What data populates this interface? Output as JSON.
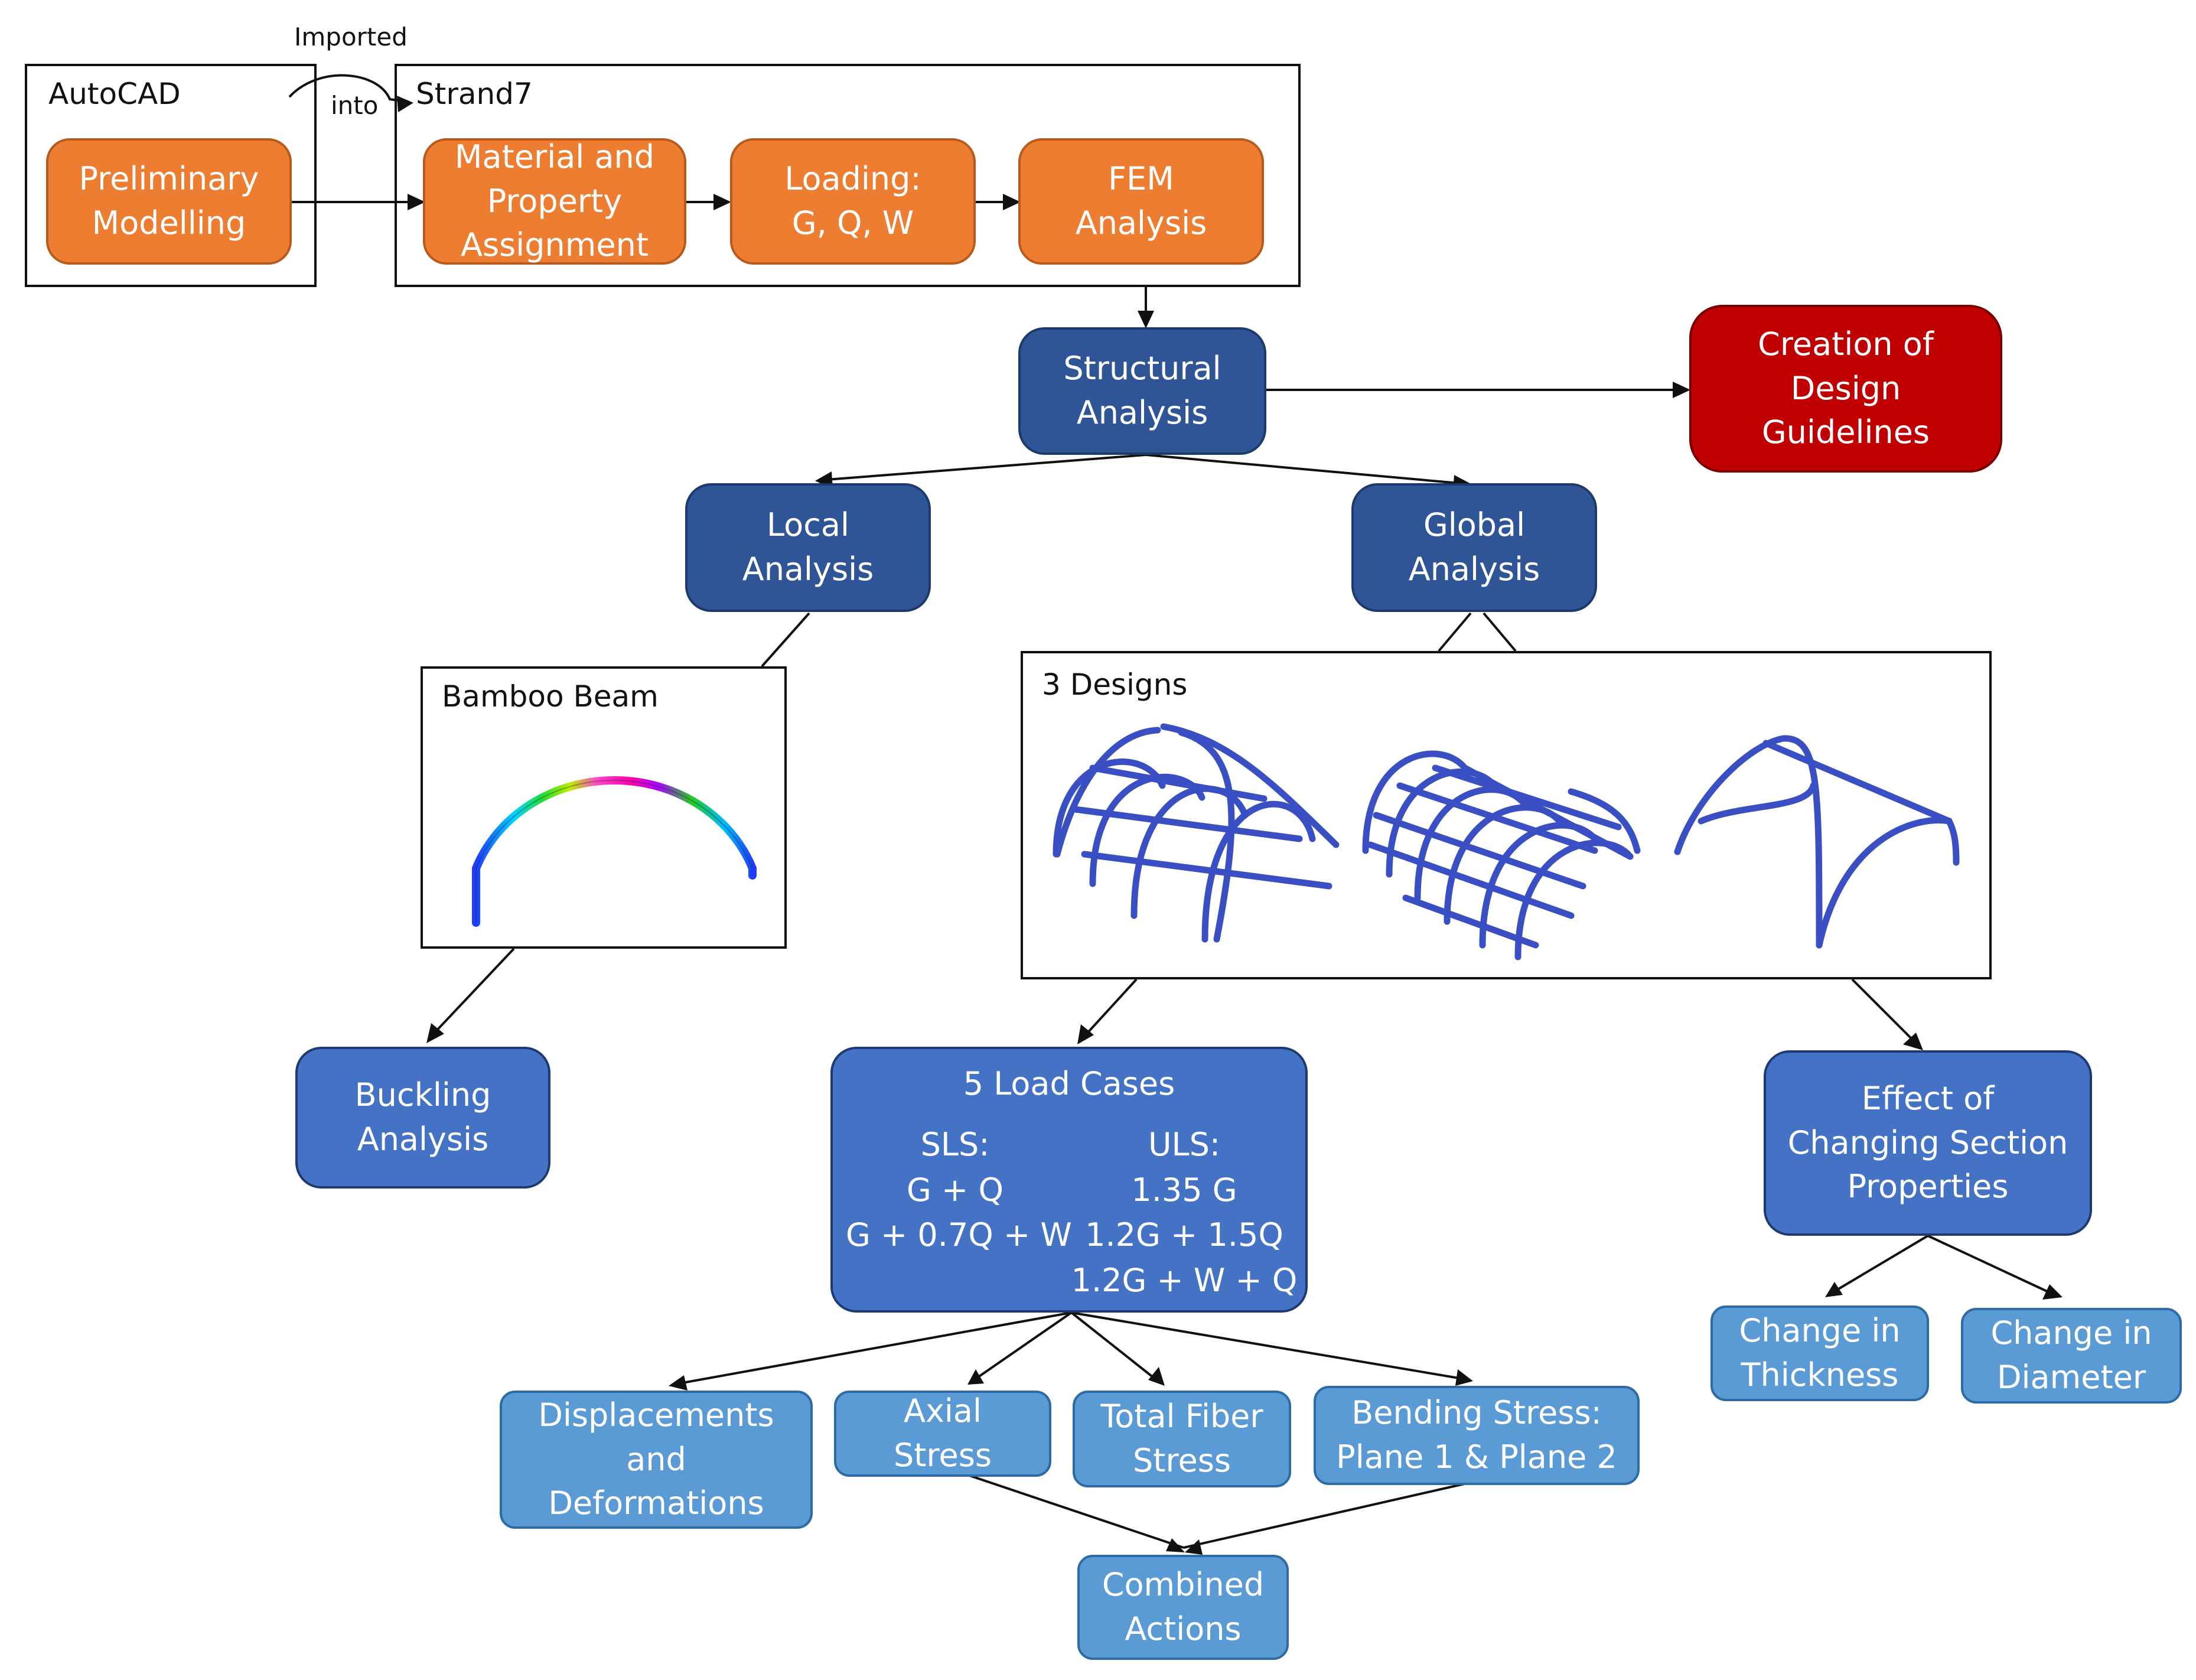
{
  "frames": {
    "autocad": "AutoCAD",
    "strand7": "Strand7",
    "bamboo_beam": "Bamboo Beam",
    "designs": "3 Designs"
  },
  "connector_labels": {
    "imported": "Imported",
    "into": "into"
  },
  "nodes": {
    "preliminary_modelling": [
      "Preliminary",
      "Modelling"
    ],
    "material_property": [
      "Material and",
      "Property",
      "Assignment"
    ],
    "loading": [
      "Loading:",
      "G, Q, W"
    ],
    "fem_analysis": [
      "FEM",
      "Analysis"
    ],
    "structural_analysis": [
      "Structural",
      "Analysis"
    ],
    "design_guidelines": [
      "Creation of",
      "Design",
      "Guidelines"
    ],
    "local_analysis": [
      "Local",
      "Analysis"
    ],
    "global_analysis": [
      "Global",
      "Analysis"
    ],
    "buckling_analysis": [
      "Buckling",
      "Analysis"
    ],
    "section_properties": [
      "Effect of",
      "Changing Section",
      "Properties"
    ],
    "change_thickness": [
      "Change in",
      "Thickness"
    ],
    "change_diameter": [
      "Change in",
      "Diameter"
    ],
    "displacements": [
      "Displacements",
      "and",
      "Deformations"
    ],
    "axial_stress": [
      "Axial",
      "Stress"
    ],
    "total_fiber_stress": [
      "Total Fiber",
      "Stress"
    ],
    "bending_stress": [
      "Bending Stress:",
      "Plane 1 & Plane 2"
    ],
    "combined_actions": [
      "Combined",
      "Actions"
    ]
  },
  "load_cases": {
    "title": "5 Load Cases",
    "sls_header": "SLS:",
    "sls": [
      "G + Q",
      "G + 0.7Q + W"
    ],
    "uls_header": "ULS:",
    "uls": [
      "1.35 G",
      "1.2G + 1.5Q",
      "1.2G + W + Q"
    ]
  },
  "colors": {
    "orange": "#ed7d31",
    "navy": "#2f5597",
    "blue": "#4472c4",
    "light_blue": "#5b9bd5",
    "red": "#c00000",
    "model_blue": "#3a4fc4"
  }
}
